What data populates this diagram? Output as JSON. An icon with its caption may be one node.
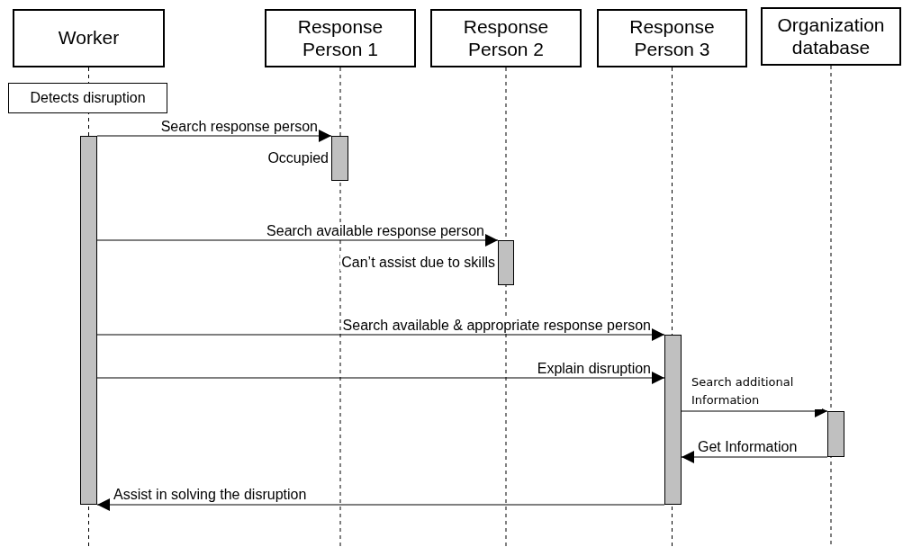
{
  "diagram": {
    "nodes": [
      {
        "text": [
          "Worker"
        ]
      },
      {
        "text": [
          "Response Person 1"
        ]
      },
      {
        "text": [
          "Response Person 2"
        ]
      },
      {
        "text": [
          "Response Person 3"
        ]
      },
      {
        "text": [
          "Organization database"
        ]
      },
      {
        "text": [
          "Detects disruption"
        ]
      },
      {
        "text": [],
        "shape": "bar"
      },
      {
        "text": [],
        "shape": "bar",
        "beside": [
          "Occupied"
        ]
      },
      {
        "text": [],
        "shape": "bar",
        "beside": [
          "Can’t assist due to skills"
        ]
      },
      {
        "text": [],
        "shape": "bar"
      },
      {
        "text": [],
        "shape": "bar"
      }
    ],
    "edges": [
      {
        "from": 6,
        "to": 7,
        "arrow": "to",
        "label": "Search response person"
      },
      {
        "from": 6,
        "to": 8,
        "arrow": "to",
        "label": "Search available response person"
      },
      {
        "from": 6,
        "to": 9,
        "arrow": "to",
        "label": "Search available & appropriate response person"
      },
      {
        "from": 6,
        "to": 9,
        "arrow": "to",
        "label": "Explain disruption"
      },
      {
        "from": 9,
        "to": 10,
        "arrow": "to",
        "label": "Search additional Information"
      },
      {
        "from": 10,
        "to": 9,
        "arrow": "to",
        "label": "Get Information"
      },
      {
        "from": 9,
        "to": 6,
        "arrow": "to",
        "label": "Assist in solving the disruption"
      }
    ]
  }
}
